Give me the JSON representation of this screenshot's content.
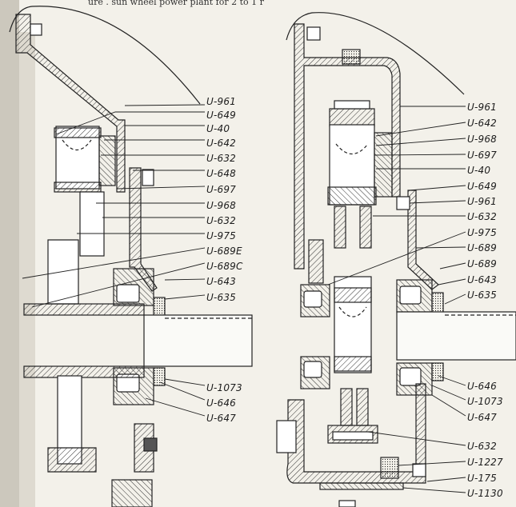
{
  "caption": "ure    .  sun   wheel power plant   for 2 to 1 r",
  "left_labels": [
    "U-961",
    "U-649",
    "U-40",
    "U-642",
    "U-632",
    "U-648",
    "U-697",
    "U-968",
    "U-632",
    "U-975",
    "U-689E",
    "U-689C",
    "U-643",
    "U-635",
    "U-1073",
    "U-646",
    "U-647"
  ],
  "right_labels": [
    "U-961",
    "U-642",
    "U-968",
    "U-697",
    "U-40",
    "U-649",
    "U-961",
    "U-632",
    "U-975",
    "U-689",
    "U-689",
    "U-643",
    "U-635",
    "U-646",
    "U-1073",
    "U-647",
    "U-632",
    "U-1227",
    "U-175",
    "U-1130"
  ]
}
